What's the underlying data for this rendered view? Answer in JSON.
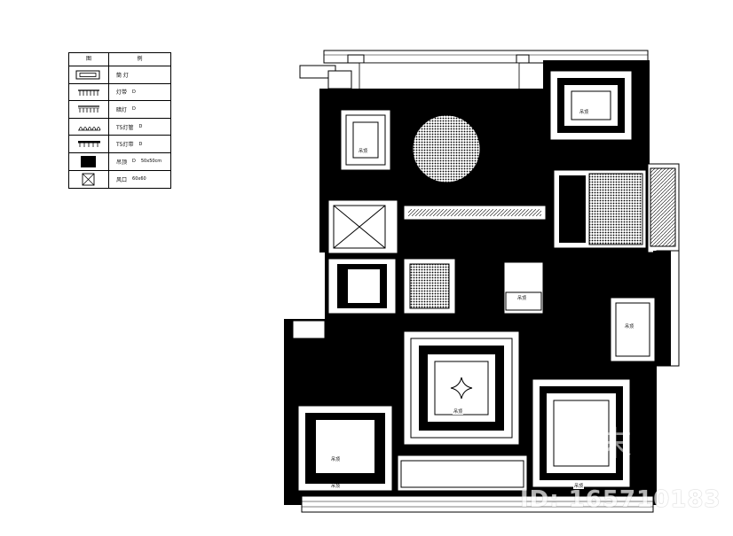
{
  "legend": {
    "header": [
      "图",
      "例"
    ],
    "rows": [
      {
        "icon": "ceiling-light-icon",
        "desc": "筒 灯",
        "note": ""
      },
      {
        "icon": "strip-light-icon",
        "desc": "灯带",
        "note": "D"
      },
      {
        "icon": "dark-strip-icon",
        "desc": "暗灯",
        "note": "D"
      },
      {
        "icon": "wall-lamp-icon",
        "desc": "T5灯管",
        "note": "D"
      },
      {
        "icon": "spot-strip-icon",
        "desc": "T5灯带",
        "note": "D"
      },
      {
        "icon": "solid-fill-icon",
        "desc": "吊顶",
        "note": "D"
      },
      {
        "icon": "vent-icon",
        "desc": "风口",
        "note": "60x60"
      }
    ],
    "fill_note": "50x50cm"
  },
  "plan": {
    "labels": [
      "吊顶",
      "吊顶",
      "吊顶",
      "吊顶",
      "吊顶",
      "吊顶",
      "吊顶",
      "吊顶"
    ]
  },
  "watermark": {
    "logo": "知末",
    "id": "ID: 165710183"
  },
  "colors": {
    "ink": "#000000",
    "paper": "#ffffff"
  }
}
